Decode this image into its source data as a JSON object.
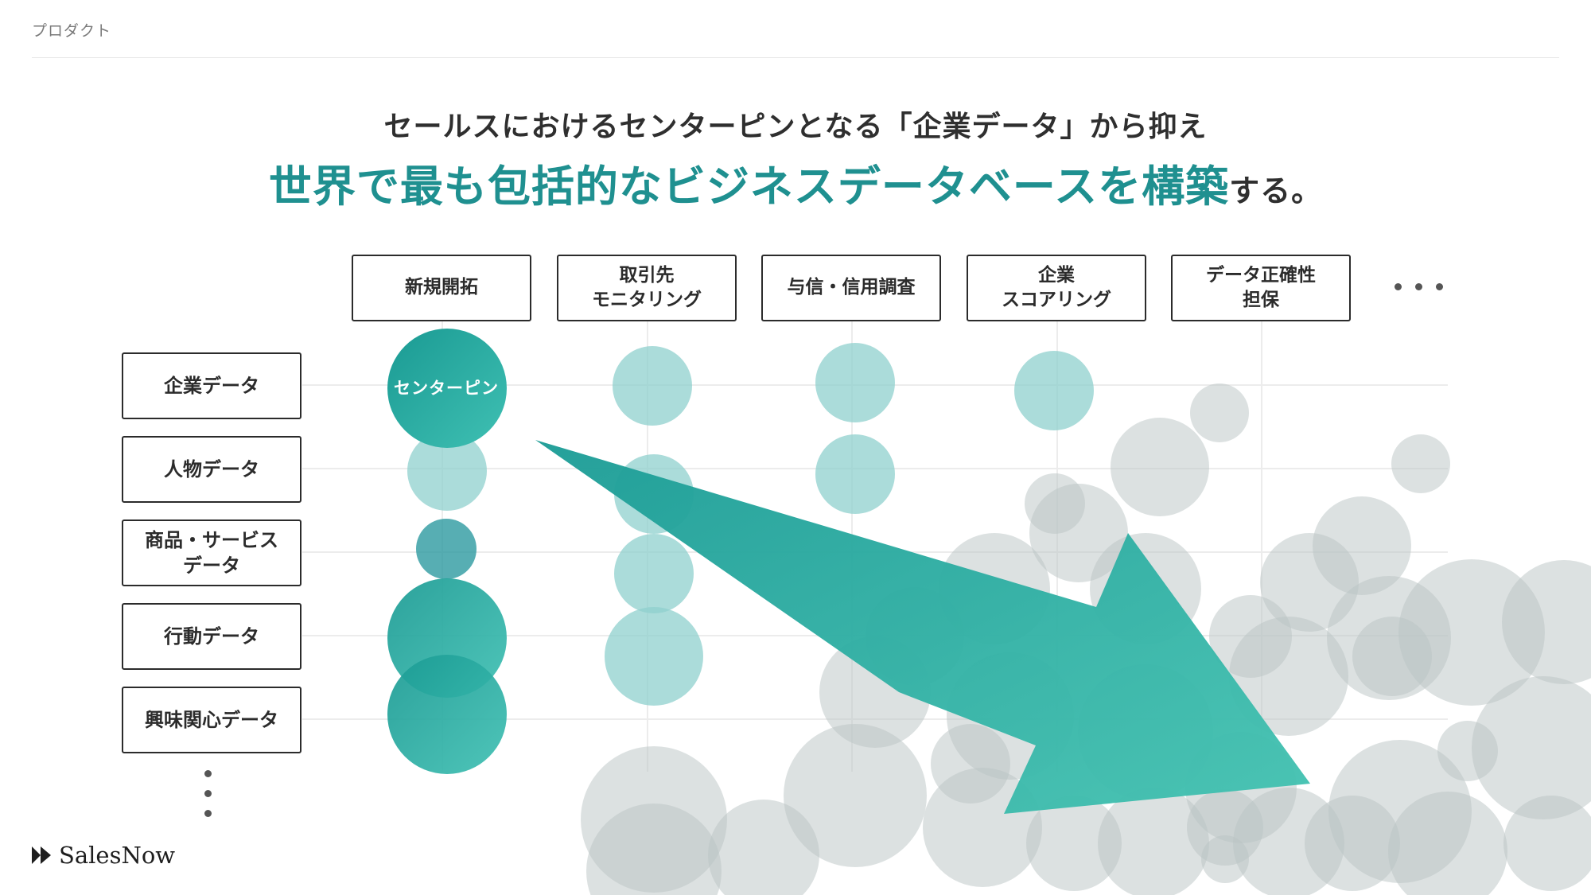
{
  "breadcrumb": "プロダクト",
  "subtitle": "セールスにおけるセンターピンとなる「企業データ」から抑え",
  "headline": {
    "main": "世界で最も包括的なビジネスデータベースを構築",
    "tail": "する。"
  },
  "columns": [
    "新規開拓",
    "取引先\nモニタリング",
    "与信・信用調査",
    "企業\nスコアリング",
    "データ正確性\n担保"
  ],
  "rows": [
    "企業データ",
    "人物データ",
    "商品・サービス\nデータ",
    "行動データ",
    "興味関心データ"
  ],
  "center_pin_label": "センターピン",
  "logo_text": "SalesNow",
  "colors": {
    "accent": "#1f9090",
    "teal_strong": "#22a39a",
    "teal_light": "#8fd0cd",
    "gray_bubble": "#b9c4c4"
  }
}
